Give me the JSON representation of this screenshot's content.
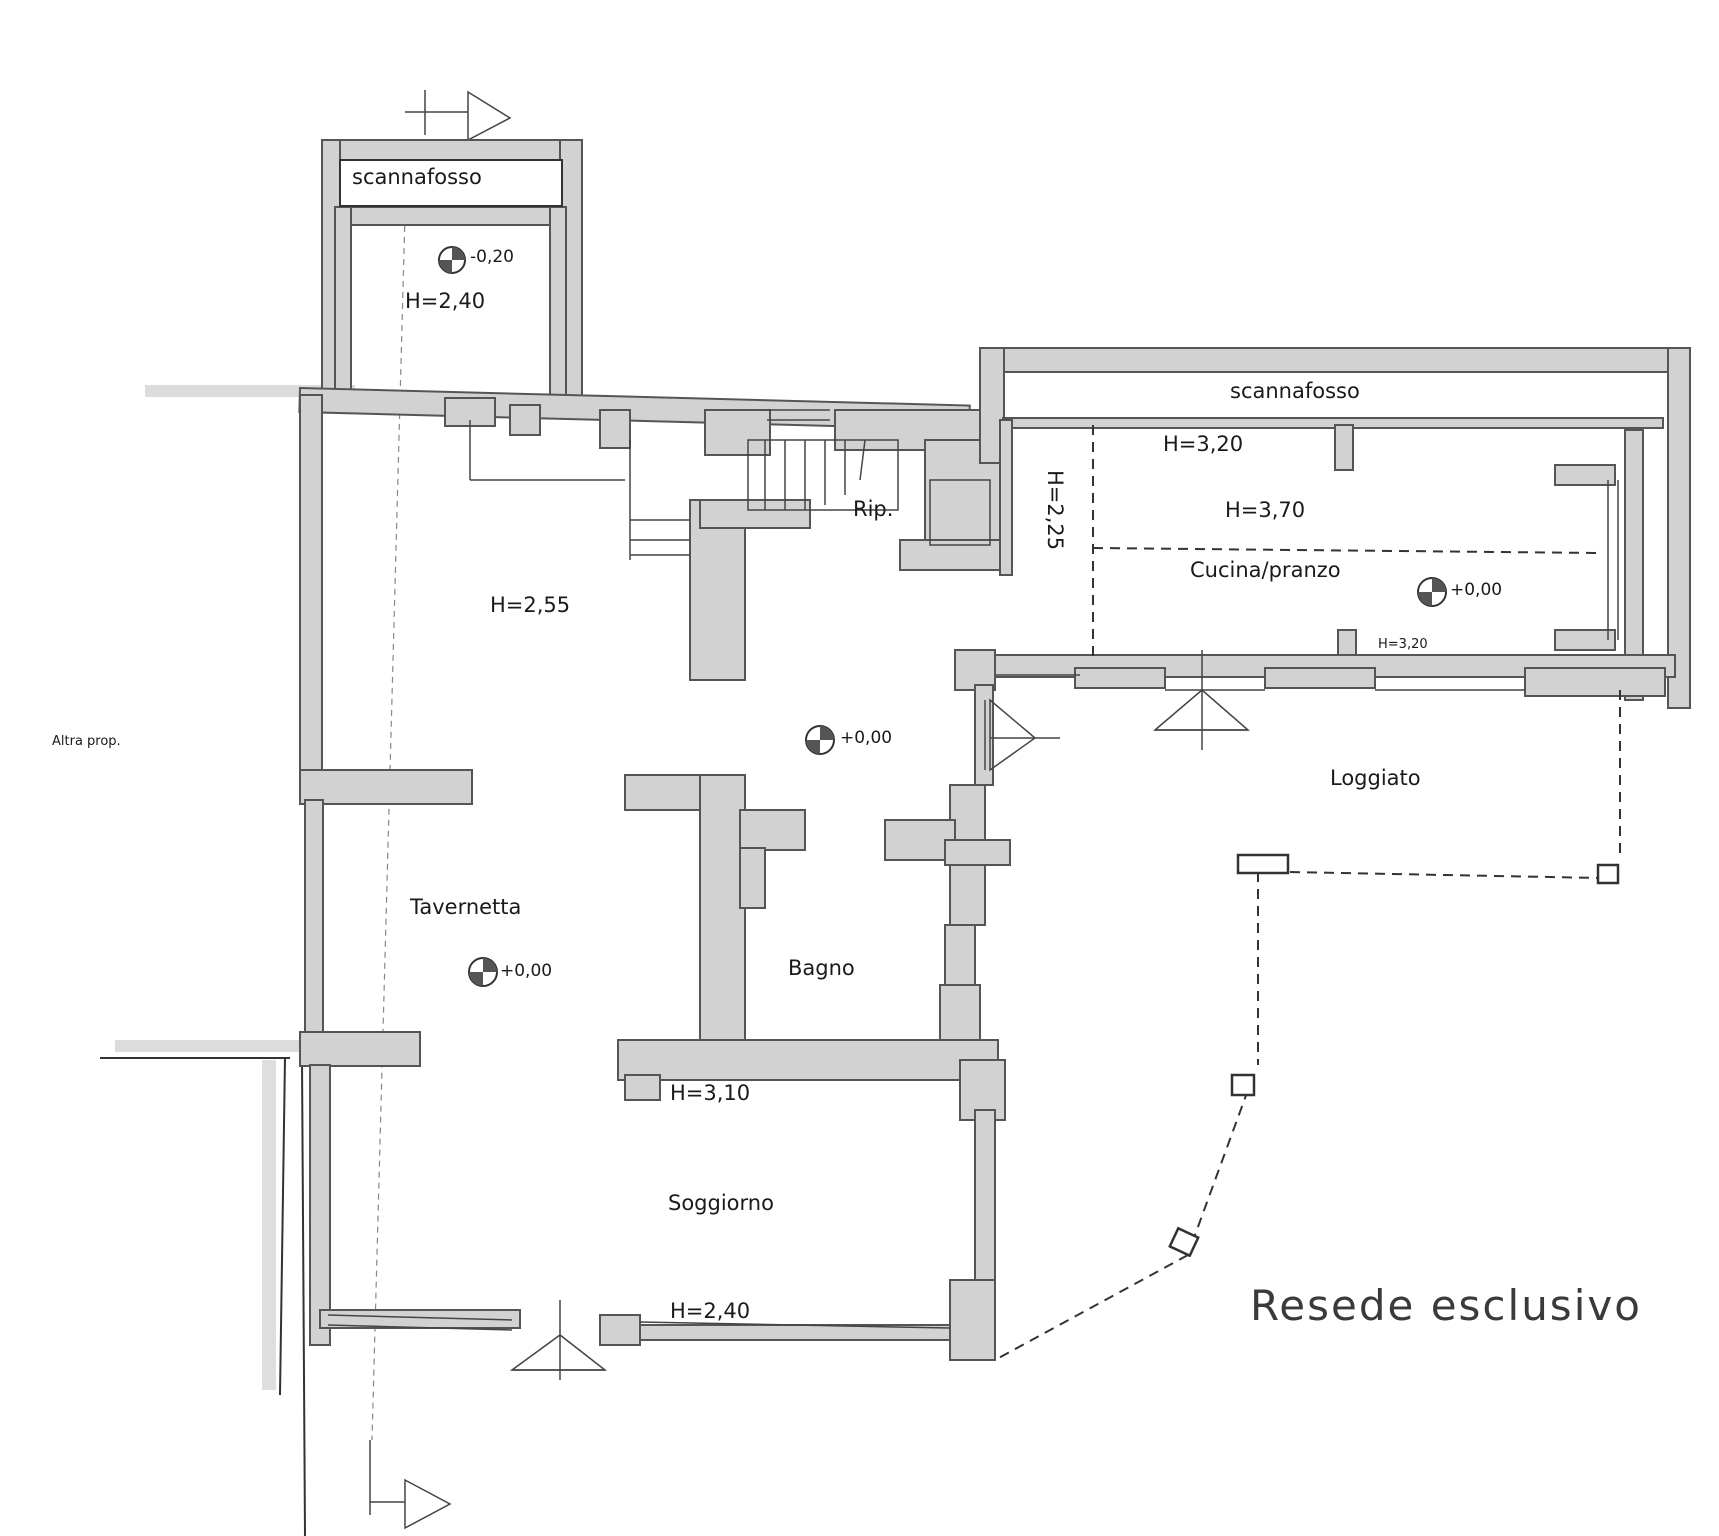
{
  "labels": {
    "scannafosso_left": "scannafosso",
    "scannafosso_right": "scannafosso",
    "h_top_room": "H=2,40",
    "h_main": "H=2,55",
    "rip": "Rip.",
    "h_corridor": "H=2,25",
    "h_kitchen_top": "H=3,20",
    "h_kitchen_mid": "H=3,70",
    "cucina": "Cucina/pranzo",
    "h_kitchen_small": "H=3,20",
    "altra_prop": "Altra prop.",
    "loggiato": "Loggiato",
    "tavernetta": "Tavernetta",
    "bagno": "Bagno",
    "h_soggiorno_top": "H=3,10",
    "soggiorno": "Soggiorno",
    "h_soggiorno_bottom": "H=2,40",
    "resede": "Resede esclusivo"
  },
  "levels": {
    "top_room": "-0,20",
    "kitchen": "+0,00",
    "hall": "+0,00",
    "tavernetta": "+0,00"
  },
  "colors": {
    "wall_fill": "#d2d2d2",
    "line": "#333333"
  }
}
